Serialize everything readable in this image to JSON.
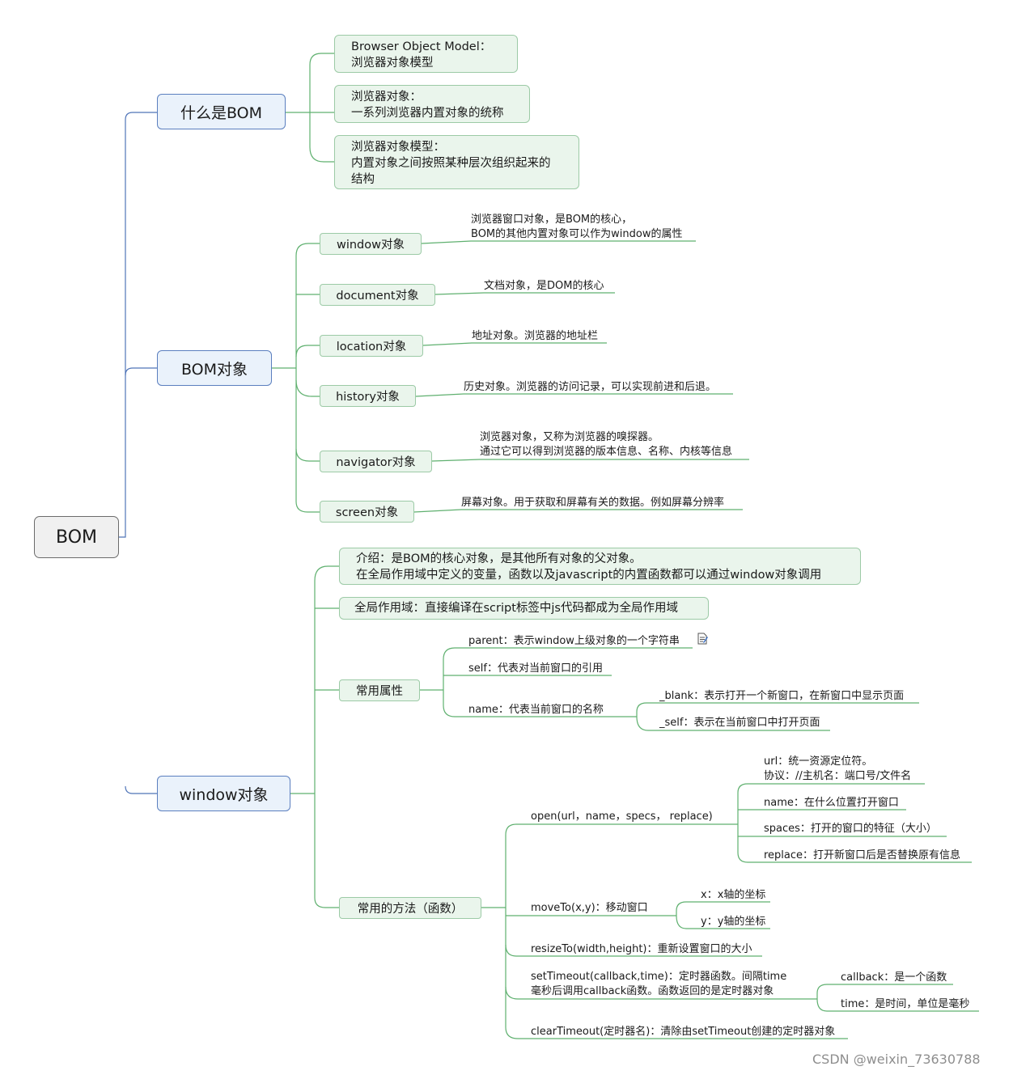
{
  "root": "BOM",
  "what": {
    "label": "什么是BOM",
    "items": [
      [
        "Browser Object Model：",
        "浏览器对象模型"
      ],
      [
        "浏览器对象：",
        "一系列浏览器内置对象的统称"
      ],
      [
        "浏览器对象模型：",
        "内置对象之间按照某种层次组织起来的",
        "结构"
      ]
    ]
  },
  "objects": {
    "label": "BOM对象",
    "items": [
      {
        "name": "window对象",
        "desc": [
          "浏览器窗口对象，是BOM的核心，",
          "BOM的其他内置对象可以作为window的属性"
        ]
      },
      {
        "name": "document对象",
        "desc": [
          "文档对象，是DOM的核心"
        ]
      },
      {
        "name": "location对象",
        "desc": [
          "地址对象。浏览器的地址栏"
        ]
      },
      {
        "name": "history对象",
        "desc": [
          "历史对象。浏览器的访问记录，可以实现前进和后退。"
        ]
      },
      {
        "name": "navigator对象",
        "desc": [
          "浏览器对象，又称为浏览器的嗅探器。",
          "通过它可以得到浏览器的版本信息、名称、内核等信息"
        ]
      },
      {
        "name": "screen对象",
        "desc": [
          "屏幕对象。用于获取和屏幕有关的数据。例如屏幕分辨率"
        ]
      }
    ]
  },
  "window": {
    "label": "window对象",
    "intro": [
      "介绍：是BOM的核心对象，是其他所有对象的父对象。",
      "在全局作用域中定义的变量，函数以及javascript的内置函数都可以通过window对象调用"
    ],
    "global": "全局作用域：直接编译在script标签中js代码都成为全局作用域",
    "props": {
      "label": "常用属性",
      "parent": "parent：表示window上级对象的一个字符串",
      "self": "self：代表对当前窗口的引用",
      "name": "name：代表当前窗口的名称",
      "blank": "_blank：表示打开一个新窗口，在新窗口中显示页面",
      "self2": "_self：表示在当前窗口中打开页面"
    },
    "methods": {
      "label": "常用的方法（函数）",
      "open": "open(url，name，specs， replace)",
      "open_url": [
        "url：统一资源定位符。",
        "协议：//主机名：端口号/文件名"
      ],
      "open_name": "name：在什么位置打开窗口",
      "open_specs": "spaces：打开的窗口的特征（大小）",
      "open_replace": "replace：打开新窗口后是否替换原有信息",
      "moveTo": "moveTo(x,y)：移动窗口",
      "move_x": "x：x轴的坐标",
      "move_y": "y：y轴的坐标",
      "resizeTo": "resizeTo(width,height)：重新设置窗口的大小",
      "setTimeout": [
        "setTimeout(callback,time)：定时器函数。间隔time",
        "毫秒后调用callback函数。函数返回的是定时器对象"
      ],
      "callback": "callback：是一个函数",
      "time": "time：是时间，单位是毫秒",
      "clearTimeout": "clearTimeout(定时器名)：清除由setTimeout创建的定时器对象"
    }
  },
  "watermark": "CSDN @weixin_73630788",
  "colors": {
    "blue_line": "#4f74b8",
    "green_line": "#5fb06f",
    "green_fill": "#eaf5ec",
    "blue_fill": "#eaf2fb"
  }
}
